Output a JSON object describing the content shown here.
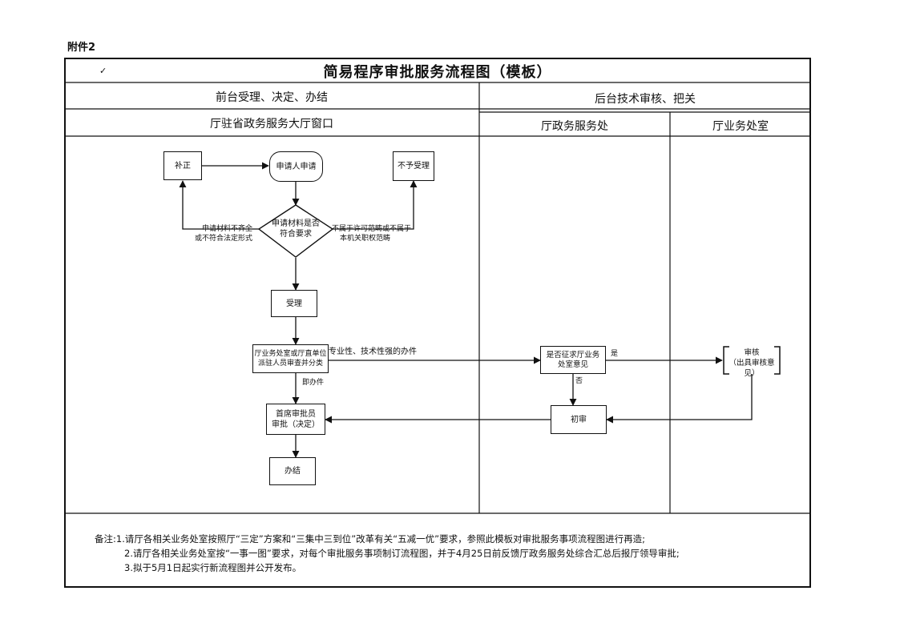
{
  "attachment_label": "附件2",
  "title": "简易程序审批服务流程图（模板）",
  "title_mark": "✓",
  "columns": {
    "front": "前台受理、决定、办结",
    "back": "后台技术审核、把关",
    "window": "厅驻省政务服务大厅窗口",
    "service_office": "厅政务服务处",
    "business_office": "厅业务处室"
  },
  "nodes": {
    "correction": "补正",
    "applicant": "申请人申请",
    "reject": "不予受理",
    "check_line1": "申请材料是否",
    "check_line2": "符合要求",
    "accept": "受理",
    "review_line1": "厅业务处室或厅直单位",
    "review_line2": "派驻人员审查并分类",
    "chief_line1": "首席审批员",
    "chief_line2": "审批（决定）",
    "finish": "办结",
    "consult_line1": "是否征求厅业务",
    "consult_line2": "处室意见",
    "preliminary": "初审",
    "audit_line1": "审核",
    "audit_line2": "（出具审核意见）"
  },
  "edge_labels": {
    "incomplete_line1": "申请材料不齐全",
    "incomplete_line2": "或不符合法定形式",
    "out_of_scope_line1": "不属于许可范畴或不属于",
    "out_of_scope_line2": "本机关职权范畴",
    "technical": "专业性、技术性强的办件",
    "immediate": "即办件",
    "yes": "是",
    "no": "否"
  },
  "notes": {
    "line1": "备注:1.请厅各相关业务处室按照厅“三定”方案和“三集中三到位”改革有关“五减一优”要求，参照此模板对审批服务事项流程图进行再造;",
    "line2": "2.请厅各相关业务处室按“一事一图”要求，对每个审批服务事项制订流程图，并于4月25日前反馈厅政务服务处综合汇总后报厅领导审批;",
    "line3": "3.拟于5月1日起实行新流程图并公开发布。"
  }
}
